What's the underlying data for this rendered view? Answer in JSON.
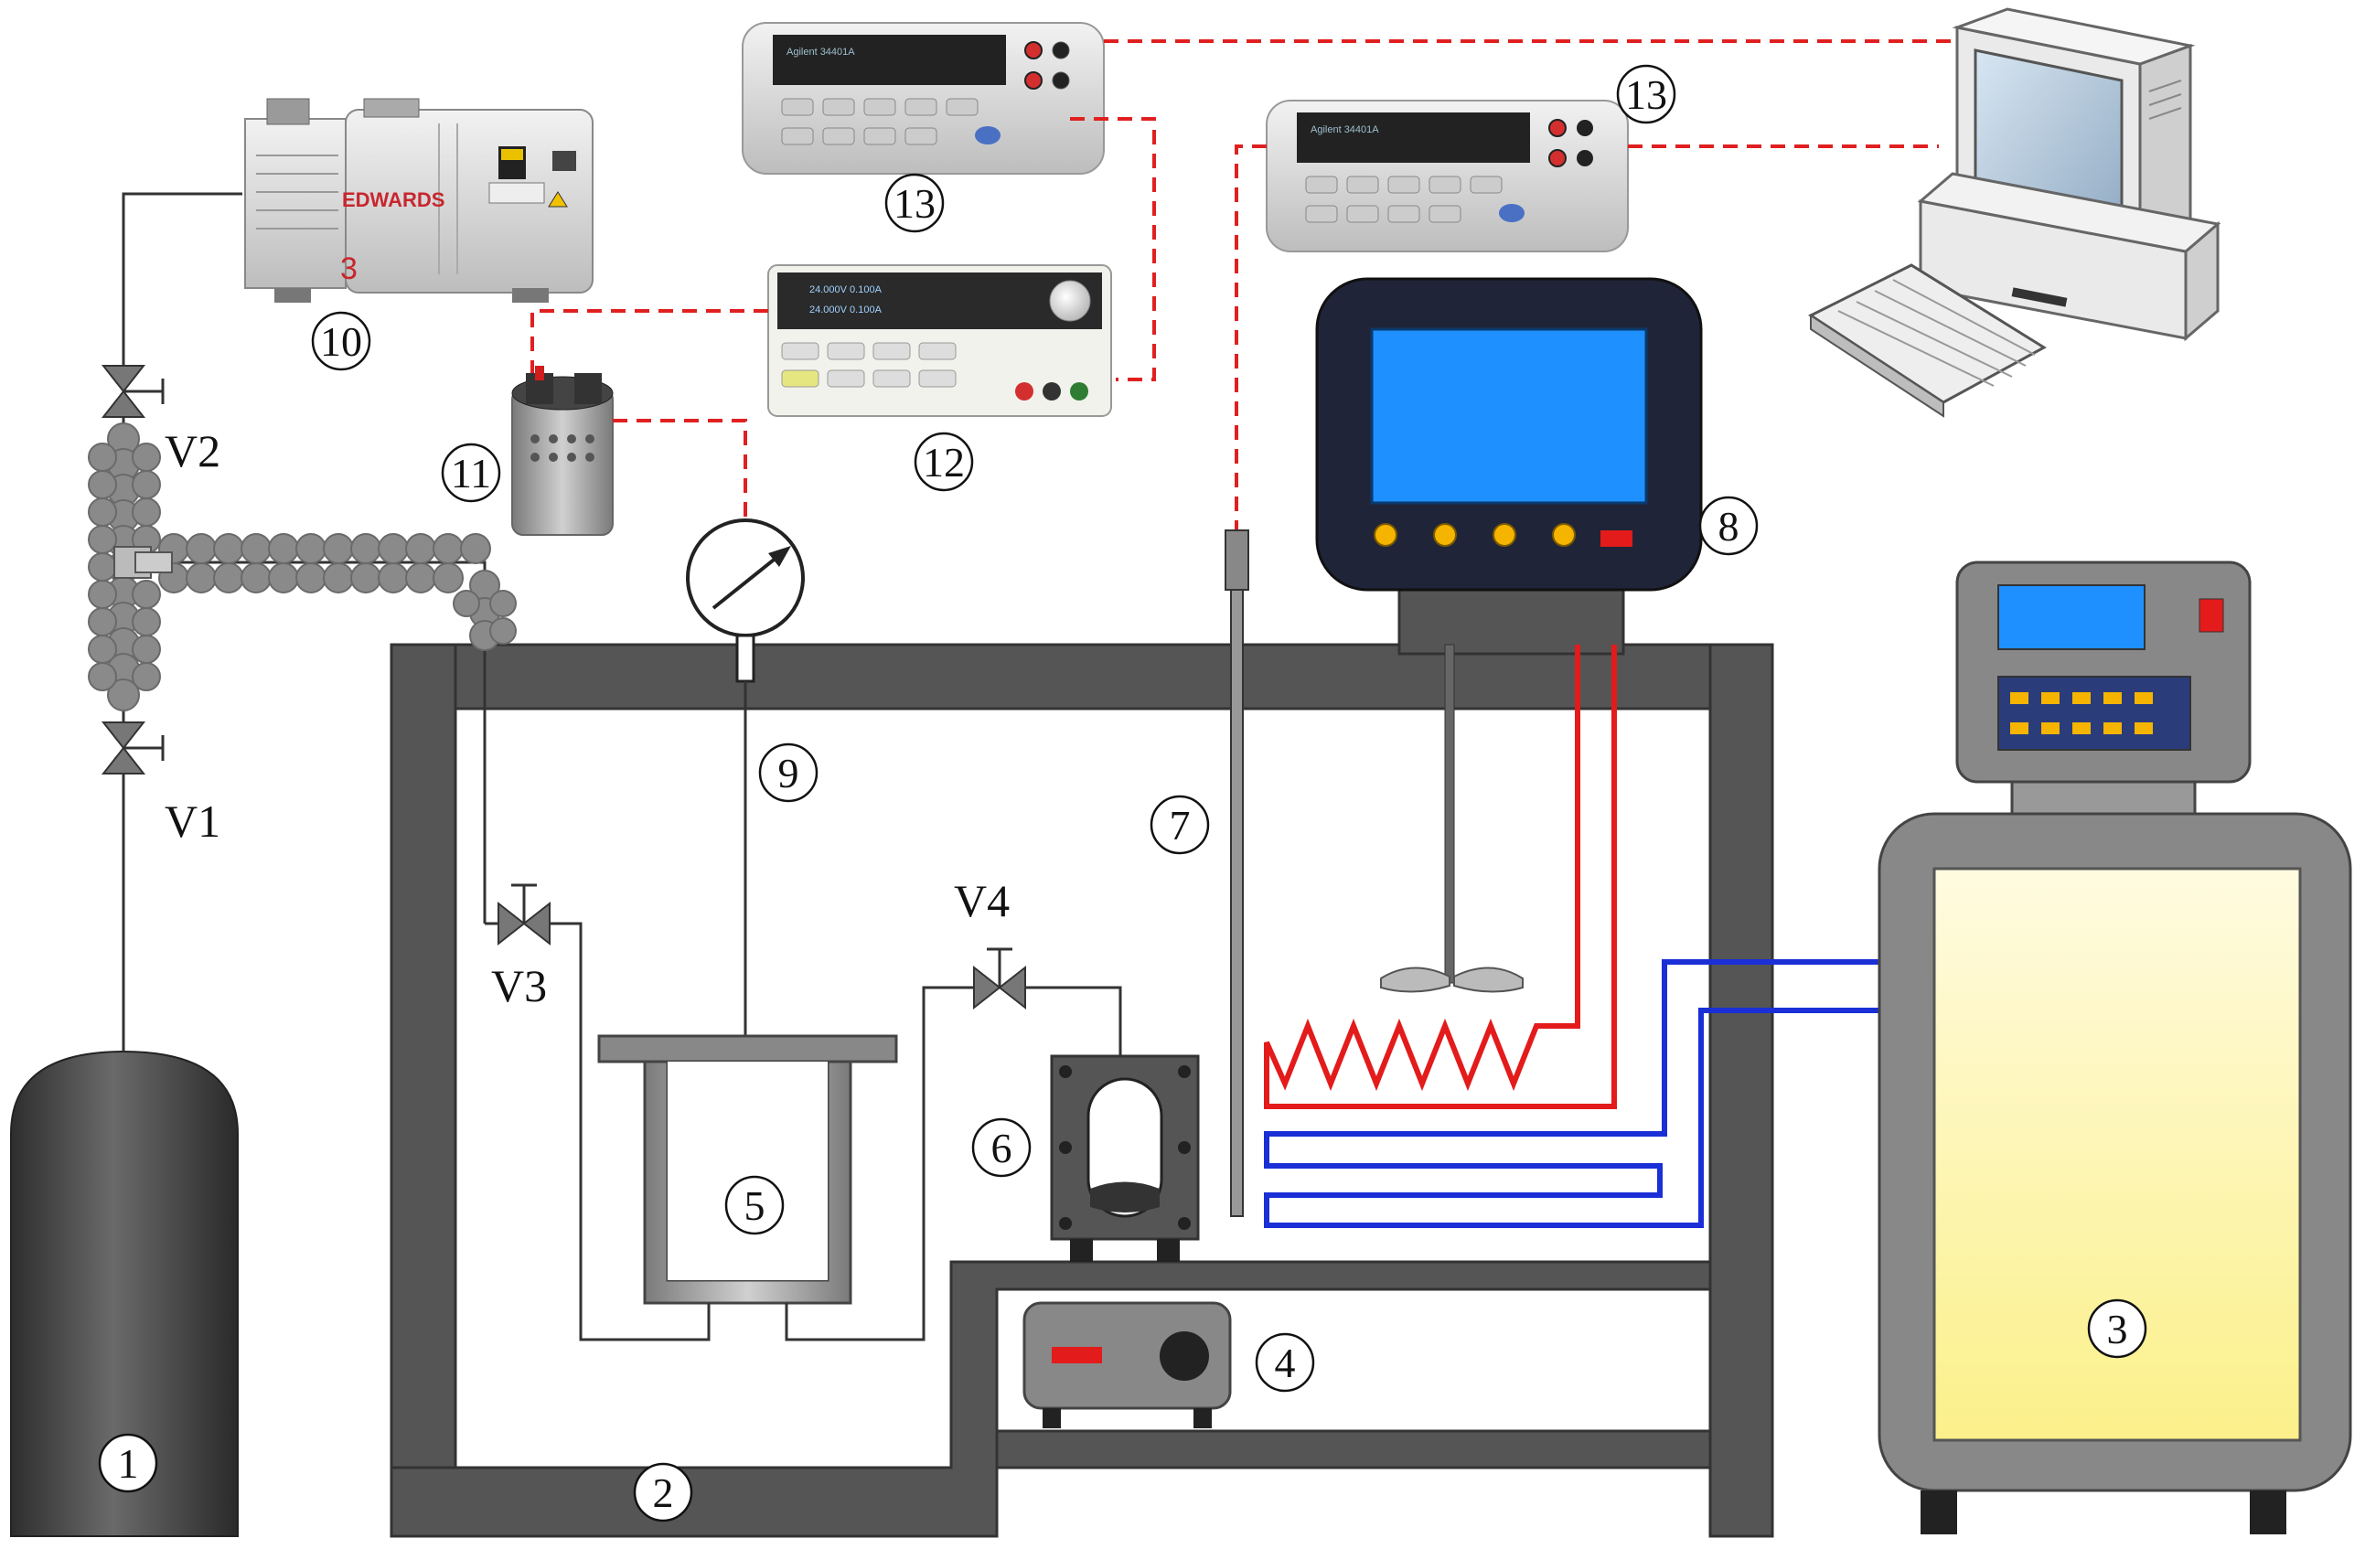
{
  "diagram": {
    "valves": {
      "v1": "V1",
      "v2": "V2",
      "v3": "V3",
      "v4": "V4"
    },
    "components": {
      "c1": "1",
      "c2": "2",
      "c3": "3",
      "c4": "4",
      "c5": "5",
      "c6": "6",
      "c7": "7",
      "c8": "8",
      "c9": "9",
      "c10": "10",
      "c11": "11",
      "c12": "12",
      "c13a": "13",
      "c13b": "13"
    },
    "pump_brand": "EDWARDS",
    "pump_number": "3",
    "colors": {
      "signal_line": "#e02020",
      "heater": "#e31b1b",
      "coolant": "#1a2fd6",
      "frame": "#555555",
      "bath_fill": "#fdf7b0",
      "controller_screen": "#1e90ff"
    }
  }
}
